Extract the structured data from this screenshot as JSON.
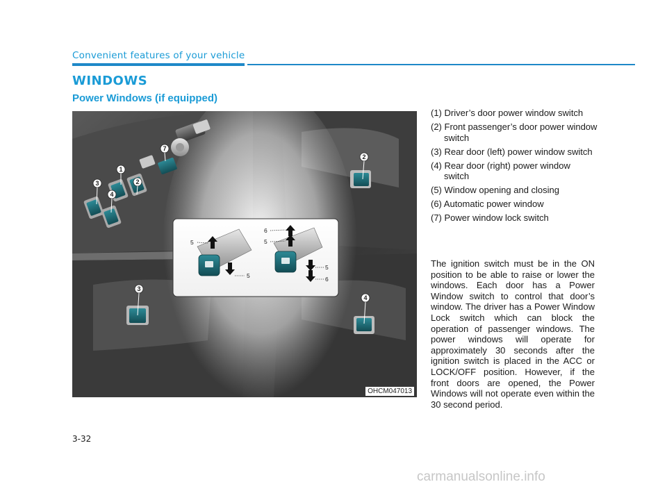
{
  "header": {
    "title": "Convenient features of your vehicle"
  },
  "section": {
    "title": "WINDOWS",
    "subtitle": "Power Windows (if equipped)"
  },
  "figure": {
    "code": "OHCM047013",
    "callouts": {
      "c1": "1",
      "c2": "2",
      "c3": "3",
      "c4": "4",
      "c7": "7",
      "door_front": "2",
      "door_rear_left": "3",
      "door_rear_right": "4"
    },
    "inset_labels": {
      "left_up": "5",
      "left_down": "5",
      "right_auto_up": "6",
      "right_up": "5",
      "right_down": "5",
      "right_auto_down": "6"
    }
  },
  "legend": [
    {
      "num": "(1)",
      "text": "Driver’s door power window switch"
    },
    {
      "num": "(2)",
      "text": "Front passenger’s door power window switch"
    },
    {
      "num": "(3)",
      "text": "Rear door (left) power window switch"
    },
    {
      "num": "(4)",
      "text": "Rear door (right) power window switch"
    },
    {
      "num": "(5)",
      "text": "Window opening and closing"
    },
    {
      "num": "(6)",
      "text": "Automatic power window"
    },
    {
      "num": "(7)",
      "text": "Power window lock switch"
    }
  ],
  "paragraph": "The ignition switch must be in the ON position to be able to raise or lower the windows. Each door has a Power Window switch to control that door’s window. The driver has a Power Window Lock switch which can block the operation of passenger windows. The power windows will operate for approximately 30 seconds after the ignition switch is placed in the ACC or LOCK/OFF position. However, if the front doors are opened, the Power Windows will not operate even within the 30 second period.",
  "page_number": "3-32",
  "watermark": "carmanualsonline.info",
  "colors": {
    "accent": "#1a9bd6",
    "switch": "#1e6f7a",
    "door_dark": "#3c3c3c"
  }
}
